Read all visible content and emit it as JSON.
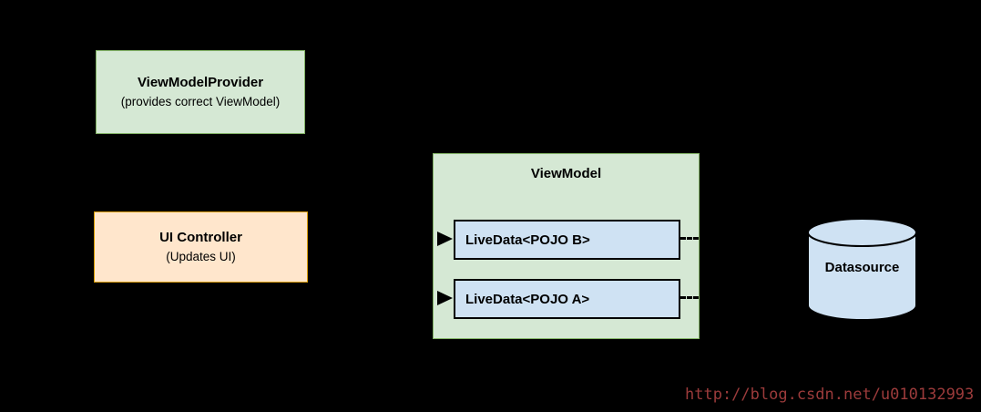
{
  "diagram": {
    "background_color": "#000000",
    "nodes": {
      "view_model_provider": {
        "title": "ViewModelProvider",
        "subtitle": "(provides correct ViewModel)",
        "fill": "#d5e8d4",
        "stroke": "#82b366"
      },
      "ui_controller": {
        "title": "UI Controller",
        "subtitle": "(Updates UI)",
        "fill": "#ffe6cc",
        "stroke": "#d79b00"
      },
      "view_model": {
        "title": "ViewModel",
        "fill": "#d5e8d4",
        "stroke": "#82b366"
      },
      "livedata_b": {
        "label": "LiveData<POJO B>",
        "fill": "#cfe2f3",
        "stroke": "#000000"
      },
      "livedata_a": {
        "label": "LiveData<POJO A>",
        "fill": "#cfe2f3",
        "stroke": "#000000"
      },
      "datasource": {
        "label": "Datasource",
        "fill": "#cfe2f3",
        "stroke": "#000000"
      }
    },
    "connectors": {
      "arrow_color": "#000000",
      "dash_color": "#000000"
    },
    "watermark": {
      "text": "http://blog.csdn.net/u010132993",
      "color": "#9c3b3b"
    }
  }
}
